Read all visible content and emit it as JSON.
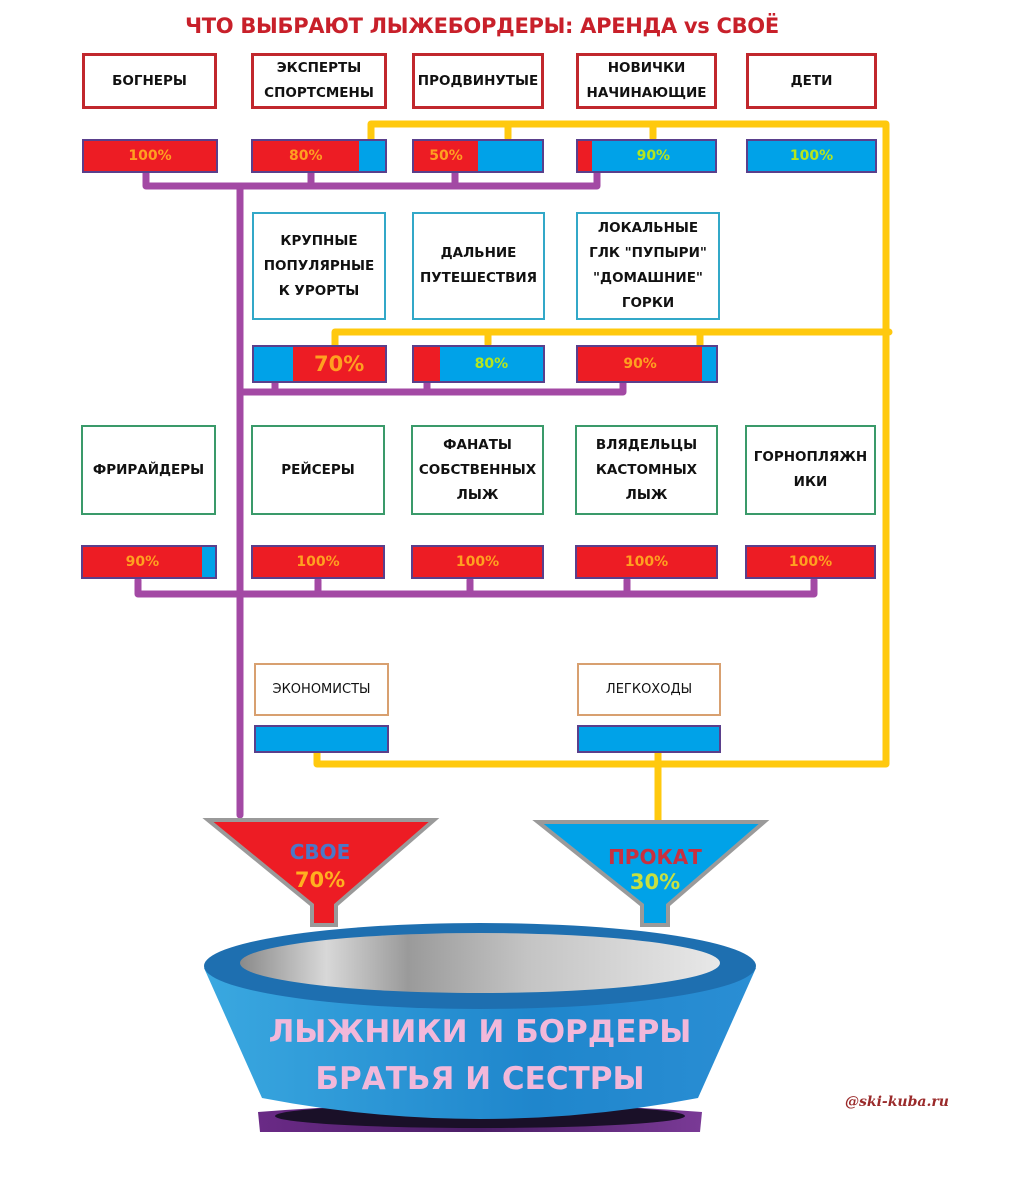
{
  "title": "ЧТО ВЫБРАЮТ ЛЫЖЕБОРДЕРЫ: АРЕНДА vs СВОЁ",
  "colors": {
    "own": "#ed1c24",
    "rent": "#00a2e8",
    "own_line": "#a349a4",
    "rent_line": "#ffc90e",
    "label_on_red": "#ffa020",
    "label_on_blue": "#b5e61d"
  },
  "legend": {
    "own": "СВОЕ",
    "rent": "ПРОКАТ"
  },
  "rows": [
    {
      "group": "skill",
      "items": [
        {
          "label": "БОГНЕРЫ",
          "own_pct": 100,
          "value_label": "100%",
          "dominant": "own"
        },
        {
          "label": "ЭКСПЕРТЫ СПОРТСМЕНЫ",
          "own_pct": 80,
          "value_label": "80%",
          "dominant": "own"
        },
        {
          "label": "ПРОДВИНУТЫЕ",
          "own_pct": 50,
          "value_label": "50%",
          "dominant": "own"
        },
        {
          "label": "НОВИЧКИ НАЧИНАЮЩИЕ",
          "own_pct": 10,
          "value_label": "90%",
          "dominant": "rent"
        },
        {
          "label": "ДЕТИ",
          "own_pct": 0,
          "value_label": "100%",
          "dominant": "rent"
        }
      ]
    },
    {
      "group": "destination",
      "items": [
        {
          "label": "КРУПНЫЕ ПОПУЛЯРНЫЕ К УРОРТЫ",
          "own_pct": 70,
          "value_label": "70%",
          "dominant": "own"
        },
        {
          "label": "ДАЛЬНИЕ ПУТЕШЕСТВИЯ",
          "own_pct": 20,
          "value_label": "80%",
          "dominant": "rent"
        },
        {
          "label": "ЛОКАЛЬНЫЕ ГЛК \"ПУПЫРИ\" \"ДОМАШНИЕ\" ГОРКИ",
          "own_pct": 90,
          "value_label": "90%",
          "dominant": "own"
        }
      ]
    },
    {
      "group": "style",
      "items": [
        {
          "label": "ФРИРАЙДЕРЫ",
          "own_pct": 90,
          "value_label": "90%",
          "dominant": "own"
        },
        {
          "label": "РЕЙСЕРЫ",
          "own_pct": 100,
          "value_label": "100%",
          "dominant": "own"
        },
        {
          "label": "ФАНАТЫ СОБСТВЕННЫХ ЛЫЖ",
          "own_pct": 100,
          "value_label": "100%",
          "dominant": "own"
        },
        {
          "label": "ВЛЯДЕЛЬЦЫ КАСТОМНЫХ ЛЫЖ",
          "own_pct": 100,
          "value_label": "100%",
          "dominant": "own"
        },
        {
          "label": "ГОРНОПЛЯЖН ИКИ",
          "own_pct": 100,
          "value_label": "100%",
          "dominant": "own"
        }
      ]
    },
    {
      "group": "economy",
      "items": [
        {
          "label": "ЭКОНОМИСТЫ",
          "own_pct": 0,
          "value_label": "",
          "dominant": "rent"
        },
        {
          "label": "ЛЕГКОХОДЫ",
          "own_pct": 0,
          "value_label": "",
          "dominant": "rent"
        }
      ]
    }
  ],
  "funnels": {
    "own": {
      "label": "СВОЕ",
      "value": "70%",
      "pct": 70
    },
    "rent": {
      "label": "ПРОКАТ",
      "value": "30%",
      "pct": 30
    }
  },
  "bowl": {
    "line1": "ЛЫЖНИКИ И БОРДЕРЫ",
    "line2": "БРАТЬЯ И СЕСТРЫ"
  },
  "watermark": "@ski-kuba.ru"
}
